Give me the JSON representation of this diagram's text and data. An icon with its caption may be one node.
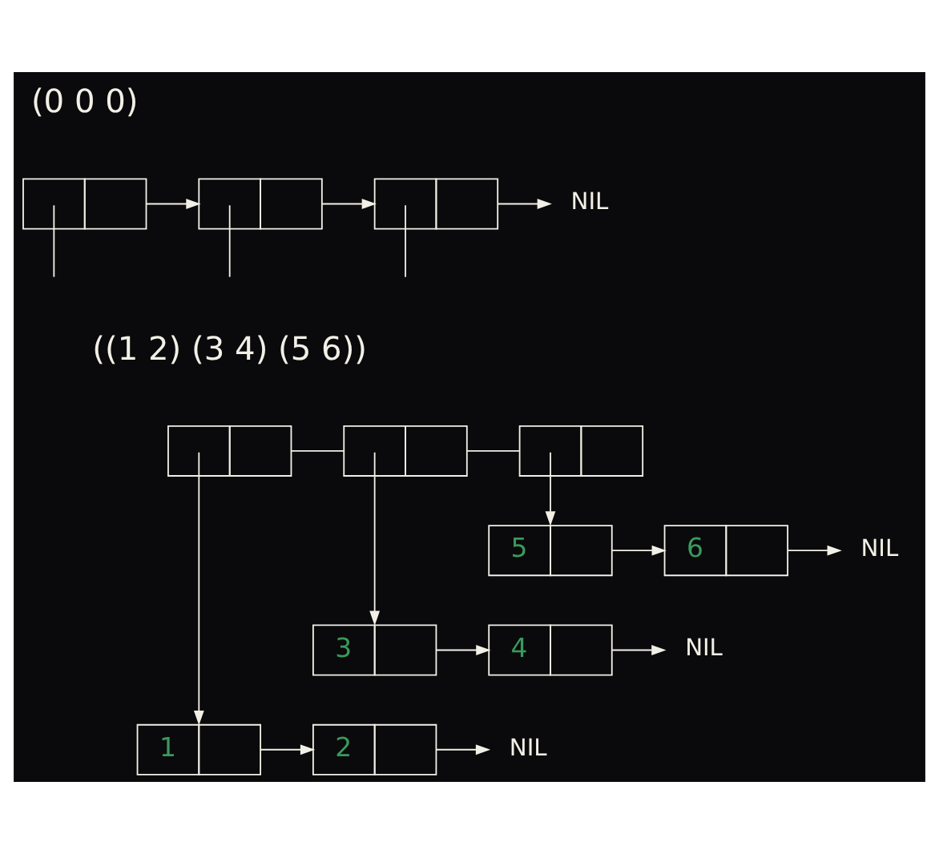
{
  "diagram": {
    "nodes": [
      {
        "text": [],
        "shape": "box"
      },
      {
        "text": [],
        "shape": "box"
      },
      {
        "text": [],
        "shape": "box"
      },
      {
        "text": [
          "NIL"
        ]
      },
      {
        "text": [],
        "shape": "box"
      },
      {
        "text": [],
        "shape": "box"
      },
      {
        "text": [],
        "shape": "box"
      },
      {
        "text": [
          "5"
        ]
      },
      {
        "text": [
          "6"
        ]
      },
      {
        "text": [
          "NIL"
        ]
      },
      {
        "text": [
          "3"
        ]
      },
      {
        "text": [
          "4"
        ]
      },
      {
        "text": [
          "NIL"
        ]
      },
      {
        "text": [
          "1"
        ]
      },
      {
        "text": [
          "2"
        ]
      },
      {
        "text": [
          "NIL"
        ]
      }
    ],
    "edges": [
      {
        "from": 0,
        "to": 1,
        "arrow": "to"
      },
      {
        "from": 1,
        "to": 2,
        "arrow": "to"
      },
      {
        "from": 2,
        "to": 3,
        "arrow": "to"
      },
      {
        "from": 0,
        "to": null,
        "arrow": "none"
      },
      {
        "from": 1,
        "to": null,
        "arrow": "none"
      },
      {
        "from": 2,
        "to": null,
        "arrow": "none"
      },
      {
        "from": 4,
        "to": 5,
        "arrow": "none"
      },
      {
        "from": 5,
        "to": 6,
        "arrow": "none"
      },
      {
        "from": 4,
        "to": 13,
        "arrow": "to"
      },
      {
        "from": 5,
        "to": 10,
        "arrow": "to"
      },
      {
        "from": 6,
        "to": 7,
        "arrow": "to"
      },
      {
        "from": 7,
        "to": 8,
        "arrow": "to"
      },
      {
        "from": 8,
        "to": 9,
        "arrow": "to"
      },
      {
        "from": 10,
        "to": 11,
        "arrow": "to"
      },
      {
        "from": 11,
        "to": 12,
        "arrow": "to"
      },
      {
        "from": 13,
        "to": 14,
        "arrow": "to"
      },
      {
        "from": 14,
        "to": 15,
        "arrow": "to"
      }
    ],
    "labels": [
      "(0 0 0)",
      "((1 2) (3 4) (5 6))"
    ]
  }
}
